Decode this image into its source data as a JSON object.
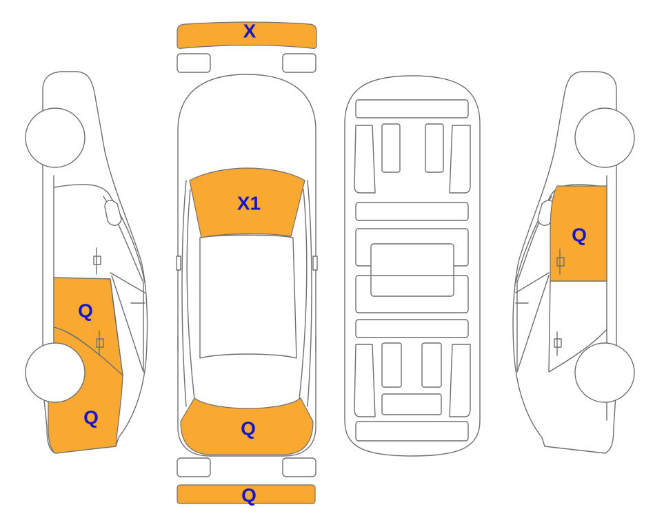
{
  "colors": {
    "damage_fill": "#F9A931",
    "code_text": "#1515CC",
    "outline": "#6E6E6E"
  },
  "damage_codes": {
    "front_bumper": "X",
    "windshield": "X1",
    "rear_section": "Q",
    "rear_bumper": "Q",
    "left_rear_door": "Q",
    "left_rear_quarter": "Q",
    "right_rear_door": "Q"
  }
}
